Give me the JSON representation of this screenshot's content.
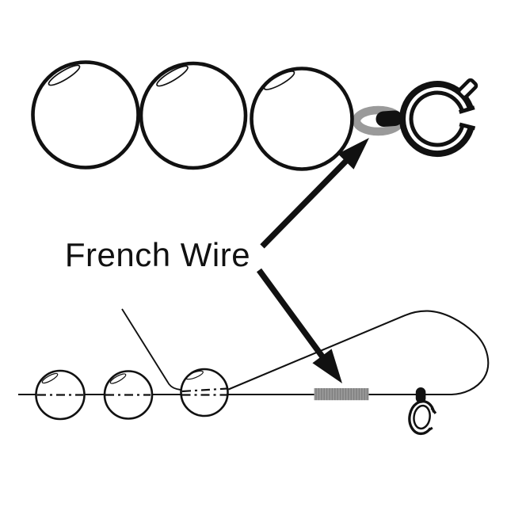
{
  "label": {
    "text": "French Wire"
  },
  "colors": {
    "line": "#111111",
    "french_wire": "#9a9a9a",
    "french_wire_stripe": "#7b7b7b",
    "background": "#ffffff"
  },
  "top_assembly": {
    "description": "finished strand end",
    "bead_count": 3,
    "parts": [
      "bead",
      "bead",
      "bead",
      "french-wire-loop",
      "crimp-cover",
      "spring-ring-clasp"
    ]
  },
  "bottom_assembly": {
    "description": "stringing diagram",
    "bead_count": 3,
    "parts": [
      "stringing-wire",
      "bead",
      "bead",
      "bead",
      "thread-tail",
      "french-wire-tube",
      "wire-loop",
      "crimp-bead",
      "clasp-ring"
    ]
  },
  "annotations": {
    "arrow_count": 2,
    "targets": [
      "french-wire-loop",
      "french-wire-tube"
    ]
  }
}
